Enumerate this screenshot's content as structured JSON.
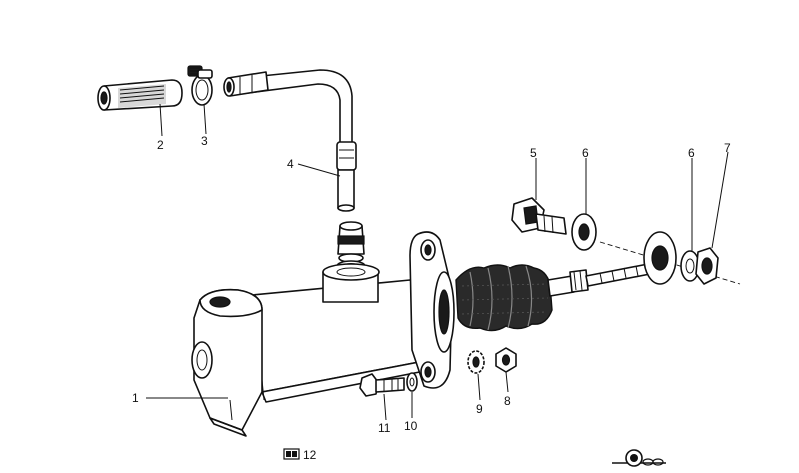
{
  "diagram": {
    "callouts": [
      "1",
      "2",
      "3",
      "4",
      "5",
      "6",
      "6",
      "7",
      "8",
      "9",
      "10",
      "11"
    ],
    "footer_ref_label": "12",
    "footer_ref_icon": "book-icon",
    "corner_logo_icon": "manufacturer-logo-icon"
  }
}
